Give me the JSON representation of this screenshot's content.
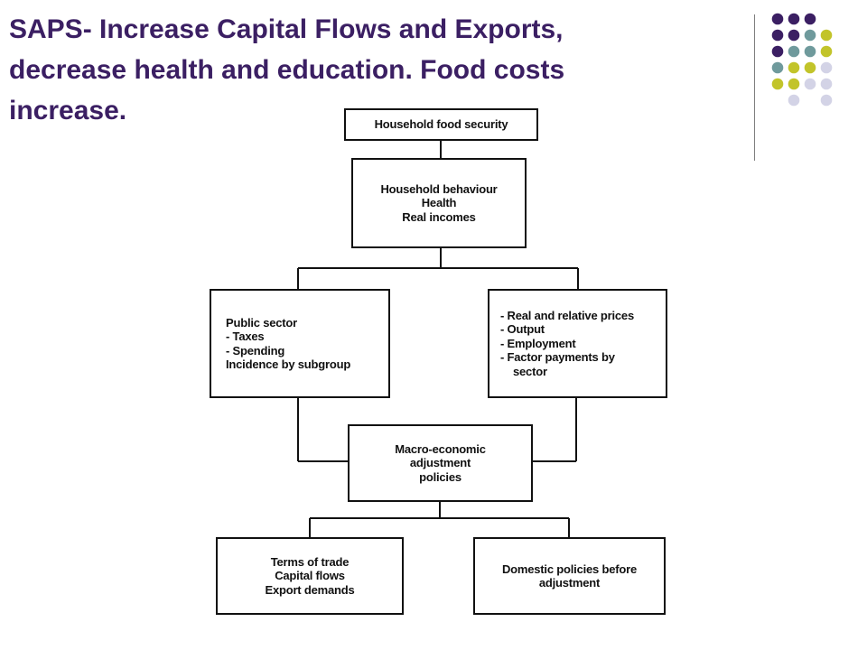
{
  "title": {
    "line1": "SAPS- Increase Capital Flows and Exports,",
    "line2": "decrease health and education. Food costs",
    "line3": "increase."
  },
  "colors": {
    "title": "#3b1f63",
    "dot_purple": "#3b1f63",
    "dot_teal": "#6f9a9c",
    "dot_yellow": "#c2c42a",
    "dot_lavender": "#d3d3e6"
  },
  "diagram": {
    "food_security": "Household food security",
    "household": [
      "Household behaviour",
      "Health",
      "Real incomes"
    ],
    "public_sector": [
      "Public sector",
      "-  Taxes",
      "-  Spending",
      "Incidence by subgroup"
    ],
    "prices": [
      "-  Real and relative prices",
      "-  Output",
      "-  Employment",
      "-  Factor payments by",
      "sector"
    ],
    "macro": [
      "Macro-economic",
      "adjustment",
      "policies"
    ],
    "external": [
      "Terms of trade",
      "Capital flows",
      "Export demands"
    ],
    "domestic": [
      "Domestic policies before",
      "adjustment"
    ]
  }
}
